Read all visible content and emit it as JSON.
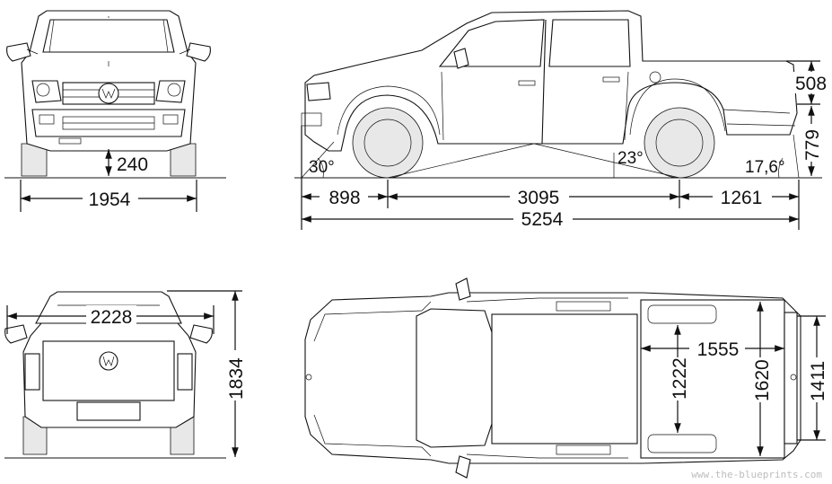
{
  "dimensions": {
    "ground_clearance": "240",
    "front_track_width": "1954",
    "front_overhang": "898",
    "wheelbase": "3095",
    "rear_overhang": "1261",
    "overall_length": "5254",
    "bed_height": "508",
    "tailgate_height": "779",
    "width_with_mirrors": "2228",
    "overall_height": "1834",
    "bed_length": "1555",
    "bed_width_between_arches": "1222",
    "bed_width": "1620",
    "tailgate_opening_width": "1411"
  },
  "angles": {
    "approach": "30°",
    "breakover": "23°",
    "departure": "17,6°"
  },
  "watermark": "www.the-blueprints.com"
}
